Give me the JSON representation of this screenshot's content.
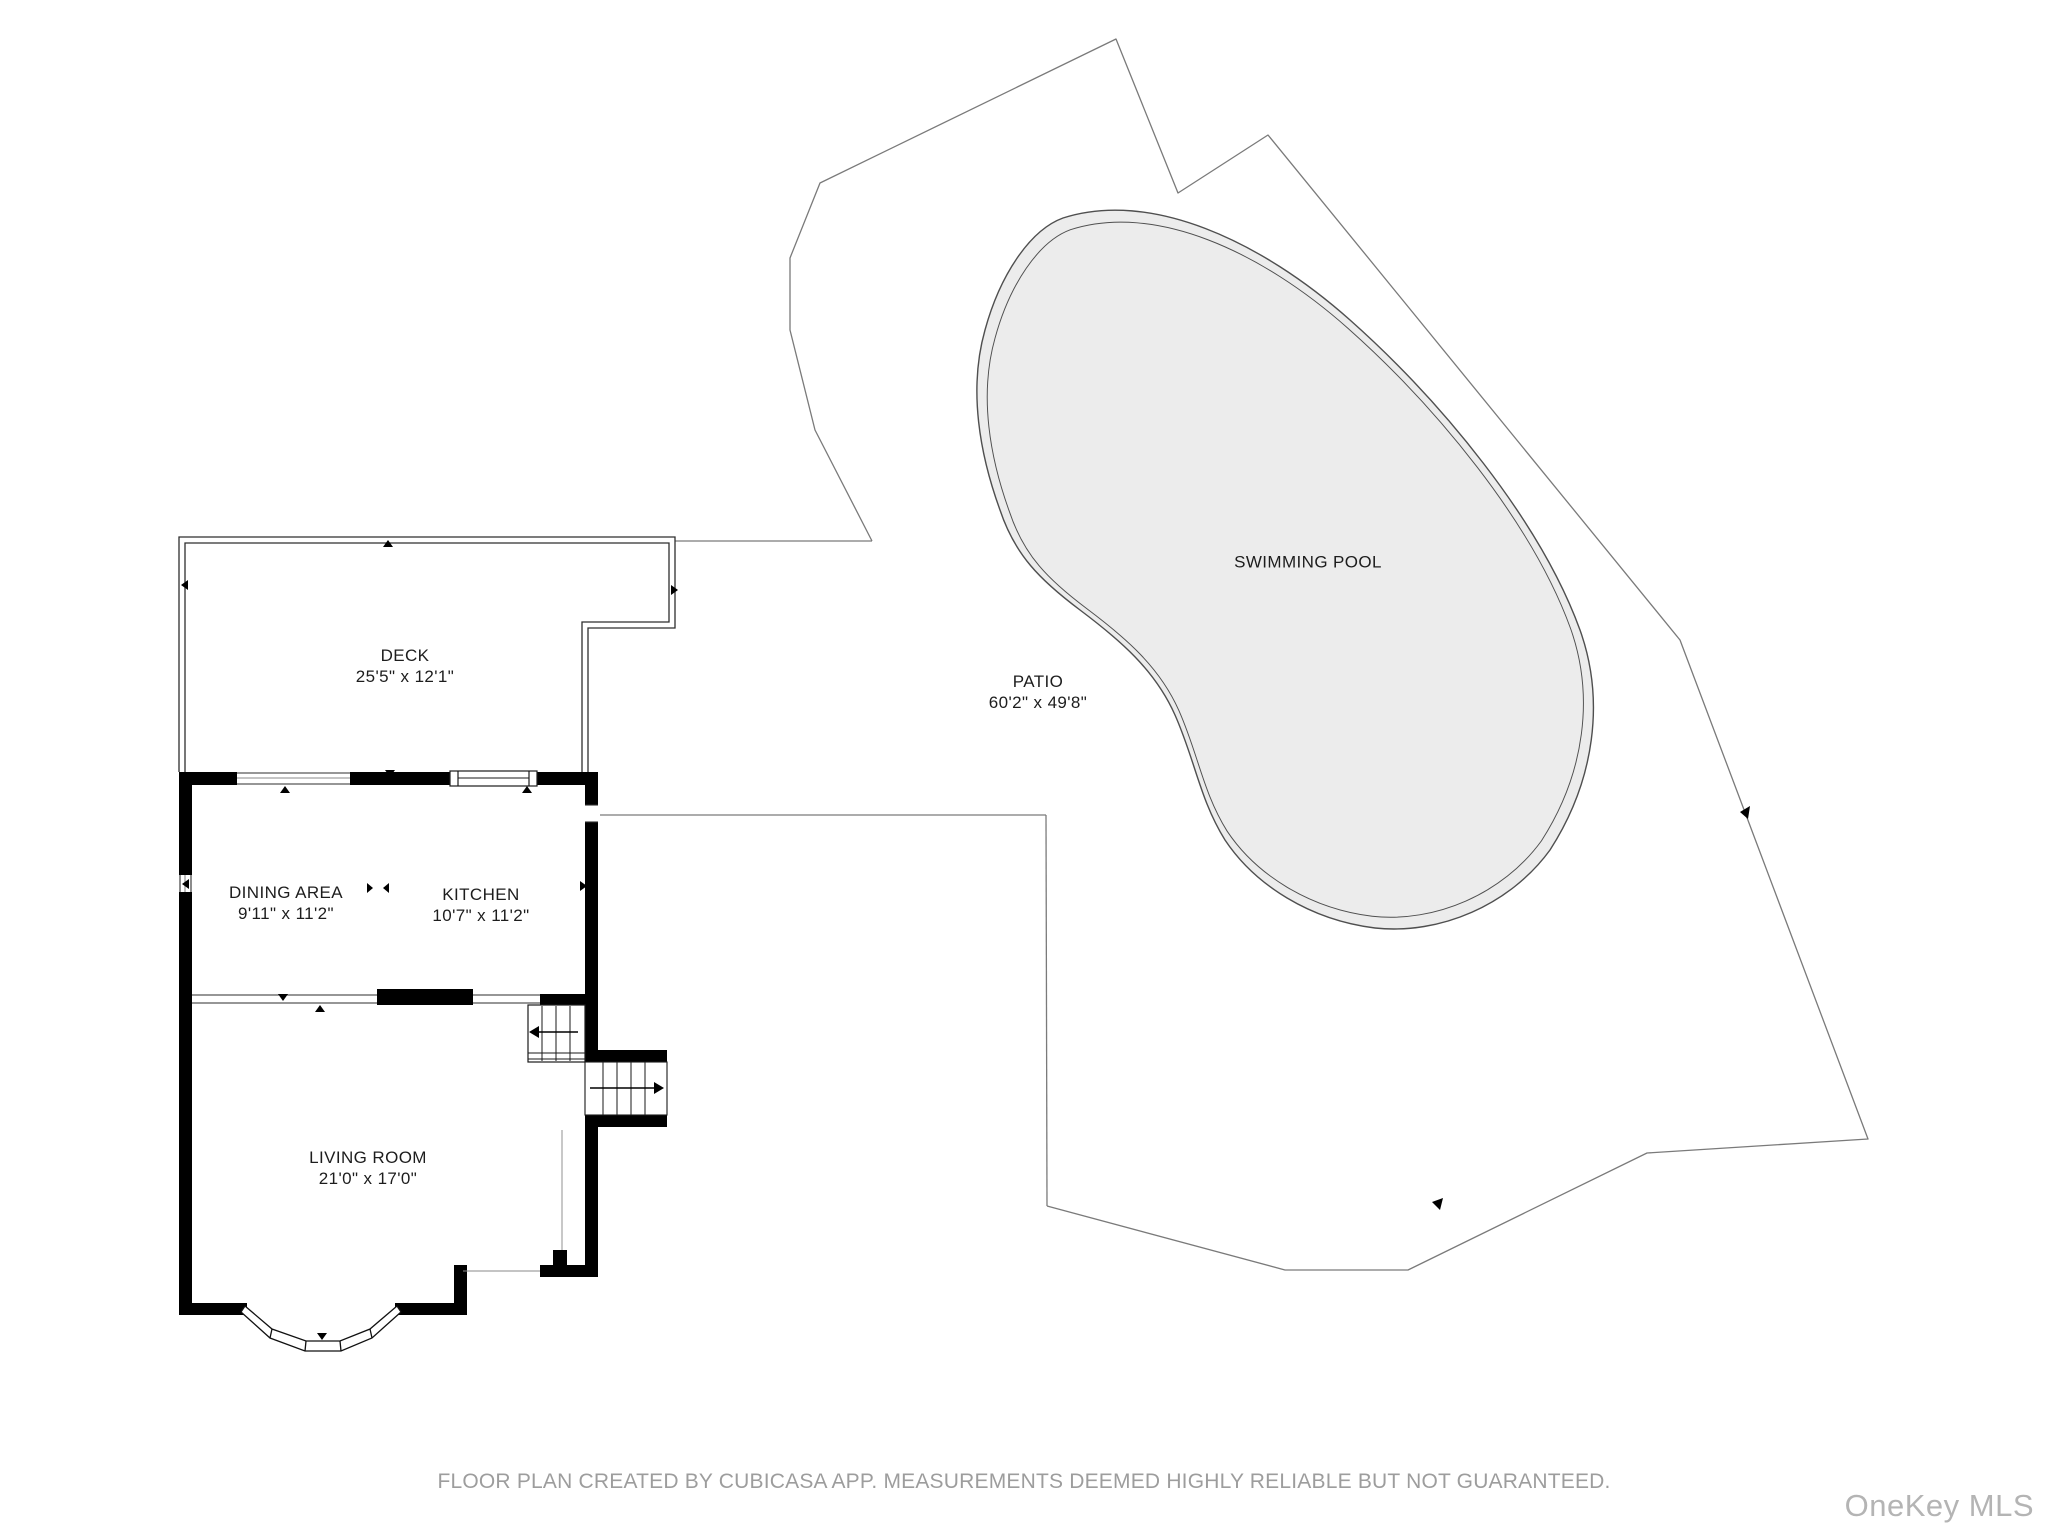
{
  "rooms": [
    {
      "id": "deck",
      "name": "DECK",
      "dimensions": "25'5\" x 12'1\""
    },
    {
      "id": "dining",
      "name": "DINING AREA",
      "dimensions": "9'11\" x 11'2\""
    },
    {
      "id": "kitchen",
      "name": "KITCHEN",
      "dimensions": "10'7\" x 11'2\""
    },
    {
      "id": "living",
      "name": "LIVING ROOM",
      "dimensions": "21'0\" x 17'0\""
    },
    {
      "id": "patio",
      "name": "PATIO",
      "dimensions": "60'2\" x 49'8\""
    },
    {
      "id": "pool",
      "name": "SWIMMING POOL",
      "dimensions": ""
    }
  ],
  "footer": {
    "disclaimer": "FLOOR PLAN CREATED BY CUBICASA APP. MEASUREMENTS DEEMED HIGHLY RELIABLE BUT NOT GUARANTEED."
  },
  "watermark": {
    "text": "OneKey MLS"
  },
  "colors": {
    "wall": "#000000",
    "thin_line": "#333333",
    "boundary_line": "#7a7a7a",
    "pool_fill": "#ececec",
    "pool_edge": "#4f4f4f",
    "label_text": "#1d1d1d",
    "footer_text": "#9d9d9d",
    "watermark_text": "#b4b4b4",
    "background": "#ffffff"
  }
}
